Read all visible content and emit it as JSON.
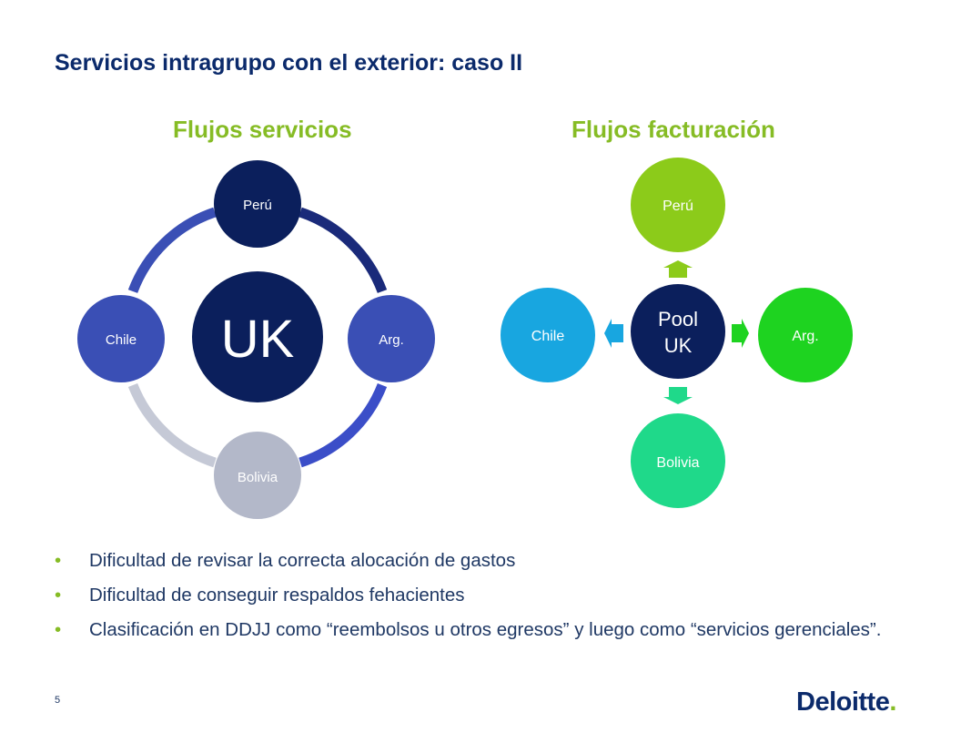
{
  "slide": {
    "title": "Servicios intragrupo con el exterior: caso II",
    "page_number": "5"
  },
  "services_flow": {
    "title": "Flujos servicios",
    "center": "UK",
    "nodes": {
      "top": "Perú",
      "right": "Arg.",
      "bottom": "Bolivia",
      "left": "Chile"
    },
    "colors": {
      "center": "#0b1f5c",
      "top": "#0b1f5c",
      "right": "#3a4fb5",
      "bottom": "#b3b8c9",
      "left": "#3a4fb5",
      "ring_upper": "#1a2a7a",
      "ring_right": "#3b4ec8",
      "ring_left": "#3a4fb5",
      "ring_bottom_left": "#c5c9d6"
    }
  },
  "billing_flow": {
    "title": "Flujos facturación",
    "center_line1": "Pool",
    "center_line2": "UK",
    "nodes": {
      "top": "Perú",
      "right": "Arg.",
      "bottom": "Bolivia",
      "left": "Chile"
    },
    "colors": {
      "center": "#0b1f5c",
      "top": "#8ccb1a",
      "right": "#1ed320",
      "bottom": "#1fd98a",
      "left": "#18a6e0"
    }
  },
  "bullets": [
    "Dificultad de revisar la correcta alocación de gastos",
    "Dificultad de conseguir respaldos fehacientes",
    "Clasificación en DDJJ como “reembolsos u otros egresos” y luego como “servicios gerenciales”."
  ],
  "bullet_marker": "•",
  "logo": {
    "text": "Deloitte",
    "dot": "."
  }
}
